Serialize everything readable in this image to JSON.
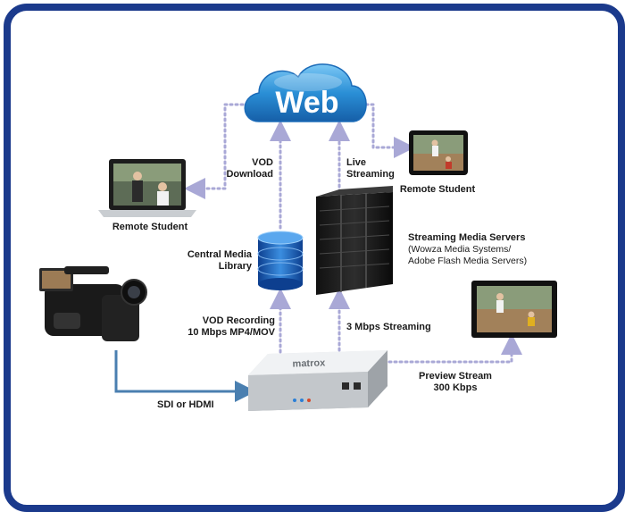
{
  "web_label": "Web",
  "labels": {
    "remote_student_laptop": "Remote Student",
    "remote_student_tablet": "Remote Student",
    "vod_download": [
      "VOD",
      "Download"
    ],
    "live_streaming": [
      "Live",
      "Streaming"
    ],
    "central_media_library": [
      "Central Media",
      "Library"
    ],
    "streaming_servers_title": "Streaming Media Servers",
    "streaming_servers_sub": [
      "(Wowza Media Systems/",
      "Adobe Flash Media Servers)"
    ],
    "vod_recording": [
      "VOD Recording",
      "10 Mbps MP4/MOV"
    ],
    "mbps_streaming": "3 Mbps Streaming",
    "preview_stream": [
      "Preview Stream",
      "300 Kbps"
    ],
    "sdi_hdmi": "SDI or HDMI"
  },
  "device": {
    "brand": "matrox"
  },
  "colors": {
    "frame": "#1b3a8c",
    "cloud": "#2a8fd6",
    "dotted_line": "#a9a8d6",
    "solid_line": "#4a7fb0",
    "text": "#1a1a1a"
  }
}
